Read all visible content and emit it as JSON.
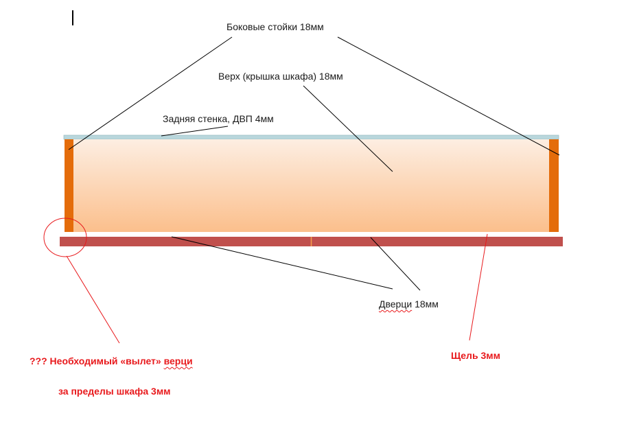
{
  "labels": {
    "side_posts": "Боковые стойки 18мм",
    "top": "Верх (крышка  шкафа) 18мм",
    "back_panel": "Задняя стенка, ДВП 4мм",
    "doors_word": "Дверци",
    "doors_size": " 18мм",
    "overhang_prefix": "???  Необходимый «вылет» ",
    "overhang_word": "верци",
    "overhang_line2": "за пределы шкафа 3мм",
    "gap": "Щель 3мм"
  },
  "colors": {
    "side_post": "#e46c0a",
    "top_gradient_top": "#fdeee2",
    "top_gradient_bottom": "#fbbf8c",
    "back_panel": "#b9d7dc",
    "door": "#c0504d",
    "door_seam": "#f6a04a",
    "leader_black": "#000000",
    "leader_red": "#e8191c"
  }
}
